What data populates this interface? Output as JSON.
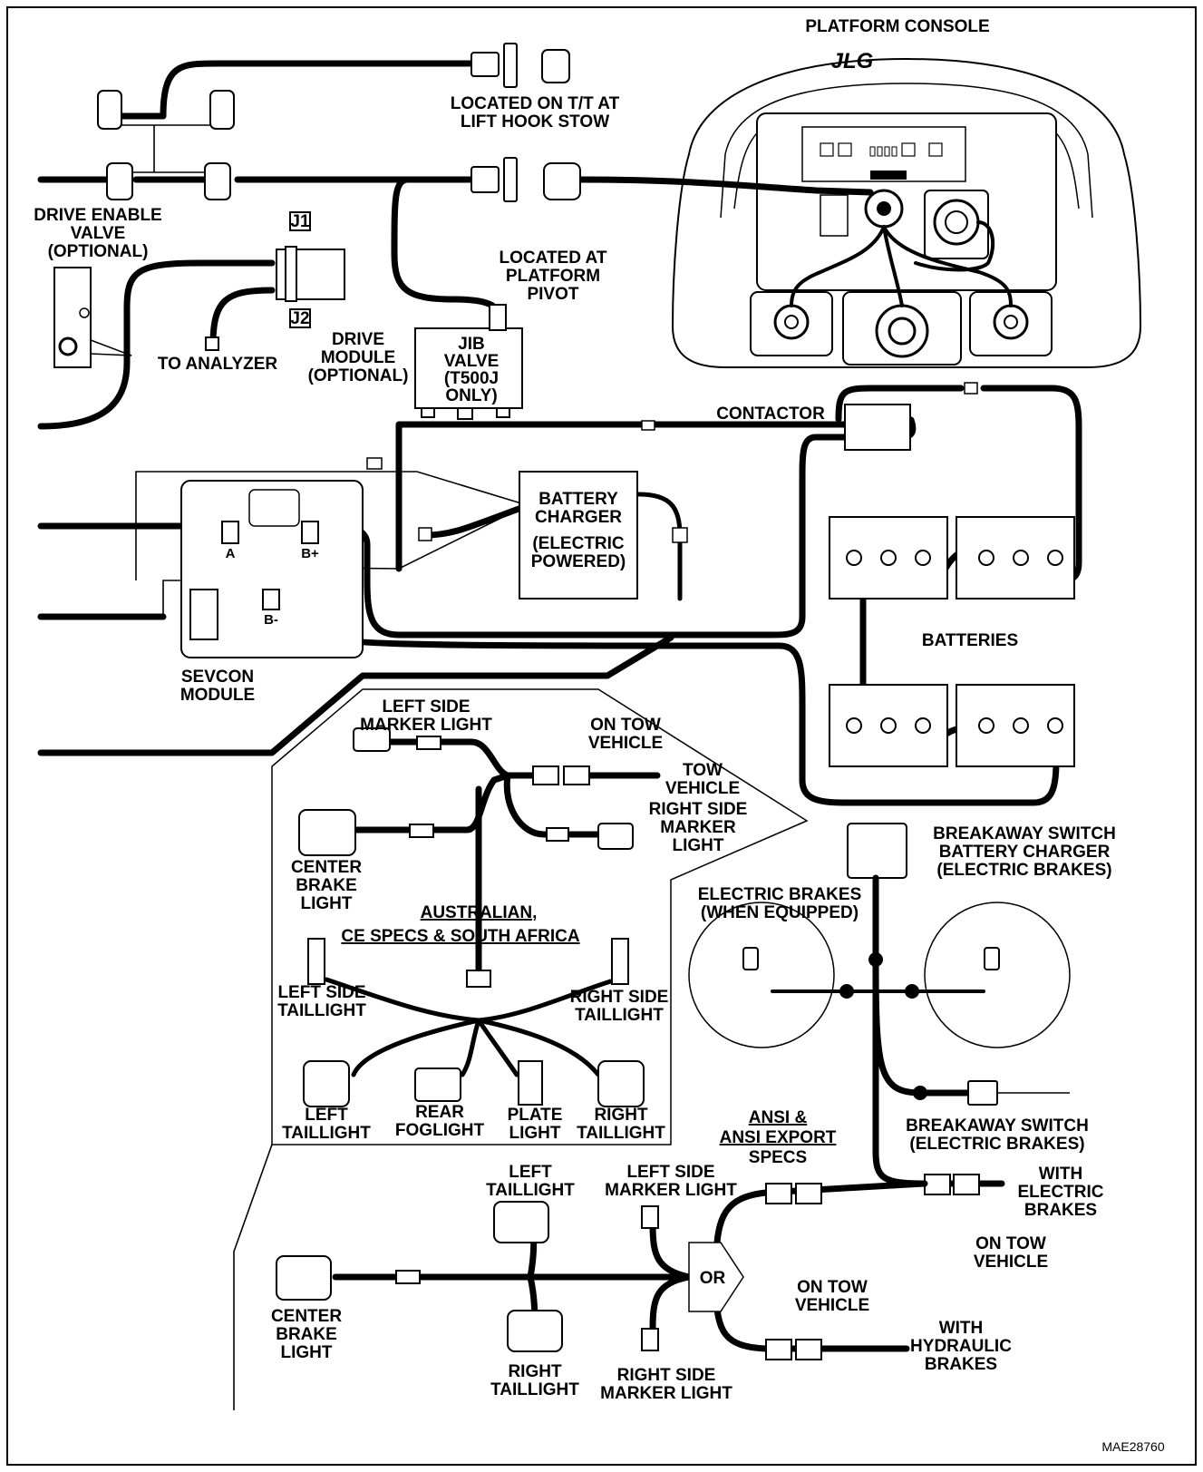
{
  "labels": {
    "platform_console": "PLATFORM CONSOLE",
    "brand_logo": "JLG",
    "lift_hook_1": "LOCATED ON T/T AT",
    "lift_hook_2": "LIFT HOOK STOW",
    "drive_enable_1": "DRIVE ENABLE",
    "drive_enable_2": "VALVE",
    "drive_enable_3": "(OPTIONAL)",
    "j1": "J1",
    "j2": "J2",
    "located_at_1": "LOCATED AT",
    "located_at_2": "PLATFORM",
    "located_at_3": "PIVOT",
    "to_analyzer": "TO ANALYZER",
    "drive_module_1": "DRIVE",
    "drive_module_2": "MODULE",
    "drive_module_3": "(OPTIONAL)",
    "jib_1": "JIB",
    "jib_2": "VALVE",
    "jib_3": "(T500J",
    "jib_4": "ONLY)",
    "contactor": "CONTACTOR",
    "charger_1": "BATTERY",
    "charger_2": "CHARGER",
    "charger_3": "(ELECTRIC",
    "charger_4": "POWERED)",
    "term_a": "A",
    "term_bplus": "B+",
    "term_bminus": "B-",
    "sevcon_1": "SEVCON",
    "sevcon_2": "MODULE",
    "batteries": "BATTERIES",
    "lsml_1": "LEFT SIDE",
    "lsml_2": "MARKER LIGHT",
    "ontow_1": "ON TOW",
    "ontow_2": "VEHICLE",
    "tow_1": "TOW",
    "tow_2": "VEHICLE",
    "rsml_1": "RIGHT SIDE",
    "rsml_2": "MARKER",
    "rsml_3": "LIGHT",
    "cbl_1": "CENTER",
    "cbl_2": "BRAKE",
    "cbl_3": "LIGHT",
    "aus_1": "AUSTRALIAN,",
    "aus_2": "CE SPECS & SOUTH AFRICA",
    "lstl_1": "LEFT SIDE",
    "lstl_2": "TAILLIGHT",
    "rstl_1": "RIGHT SIDE",
    "rstl_2": "TAILLIGHT",
    "ltl_1": "LEFT",
    "ltl_2": "TAILLIGHT",
    "rfog_1": "REAR",
    "rfog_2": "FOGLIGHT",
    "plate_1": "PLATE",
    "plate_2": "LIGHT",
    "rtl_1": "RIGHT",
    "rtl_2": "TAILLIGHT",
    "bsbc_1": "BREAKAWAY SWITCH",
    "bsbc_2": "BATTERY CHARGER",
    "bsbc_3": "(ELECTRIC BRAKES)",
    "eb_1": "ELECTRIC BRAKES",
    "eb_2": "(WHEN EQUIPPED)",
    "bs_1": "BREAKAWAY SWITCH",
    "bs_2": "(ELECTRIC BRAKES)",
    "ansi_1": "ANSI &",
    "ansi_2": "ANSI EXPORT",
    "ansi_3": "SPECS",
    "web_1": "WITH",
    "web_2": "ELECTRIC",
    "web_3": "BRAKES",
    "otv_b1": "ON TOW",
    "otv_b2": "VEHICLE",
    "otv_c1": "ON TOW",
    "otv_c2": "VEHICLE",
    "whb_1": "WITH",
    "whb_2": "HYDRAULIC",
    "whb_3": "BRAKES",
    "or": "OR",
    "a_ltl_1": "LEFT",
    "a_ltl_2": "TAILLIGHT",
    "a_lsml_1": "LEFT SIDE",
    "a_lsml_2": "MARKER LIGHT",
    "a_cbl_1": "CENTER",
    "a_cbl_2": "BRAKE",
    "a_cbl_3": "LIGHT",
    "a_rtl_1": "RIGHT",
    "a_rtl_2": "TAILLIGHT",
    "a_rsml_1": "RIGHT SIDE",
    "a_rsml_2": "MARKER LIGHT",
    "figure_id": "MAE28760"
  }
}
